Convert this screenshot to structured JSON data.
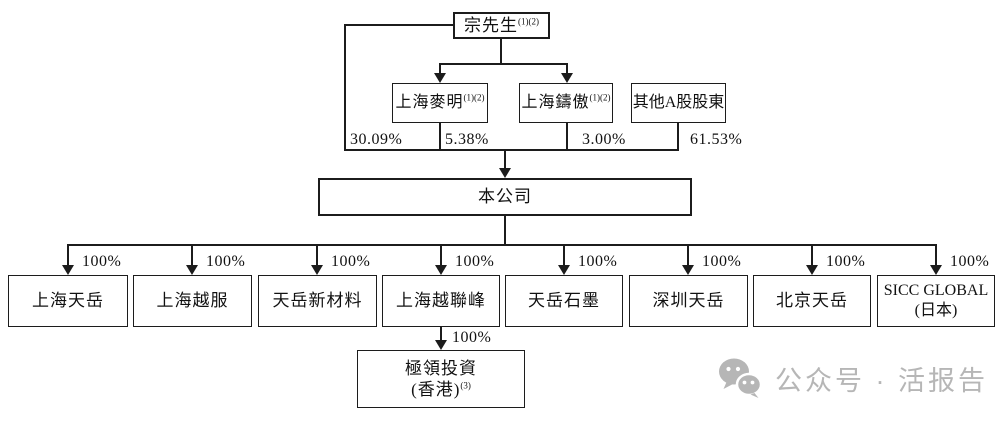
{
  "diagram": {
    "root": {
      "label": "宗先生",
      "sup": "(1)(2)"
    },
    "root_direct_pct": "30.09%",
    "shareholders": [
      {
        "label": "上海麥明",
        "sup": "(1)(2)",
        "pct": "5.38%"
      },
      {
        "label": "上海鑄傲",
        "sup": "(1)(2)",
        "pct": "3.00%"
      },
      {
        "label": "其他A股股東",
        "sup": "",
        "pct": "61.53%"
      }
    ],
    "company": {
      "label": "本公司"
    },
    "subsidiaries": [
      {
        "label": "上海天岳",
        "pct": "100%"
      },
      {
        "label": "上海越服",
        "pct": "100%"
      },
      {
        "label": "天岳新材料",
        "pct": "100%"
      },
      {
        "label": "上海越聯峰",
        "pct": "100%"
      },
      {
        "label": "天岳石墨",
        "pct": "100%"
      },
      {
        "label": "深圳天岳",
        "pct": "100%"
      },
      {
        "label": "北京天岳",
        "pct": "100%"
      },
      {
        "label": "SICC GLOBAL",
        "label_line2": "(日本)",
        "pct": "100%"
      }
    ],
    "sub_subsidiary": {
      "label": "極領投資",
      "label_line2": "(香港)",
      "sup": "(3)",
      "pct": "100%"
    }
  },
  "watermark": {
    "text": "公众号 · 活报告",
    "icon": "wechat-icon",
    "color": "#b6b6b6"
  },
  "colors": {
    "line": "#1c1c1c",
    "background": "#ffffff"
  }
}
